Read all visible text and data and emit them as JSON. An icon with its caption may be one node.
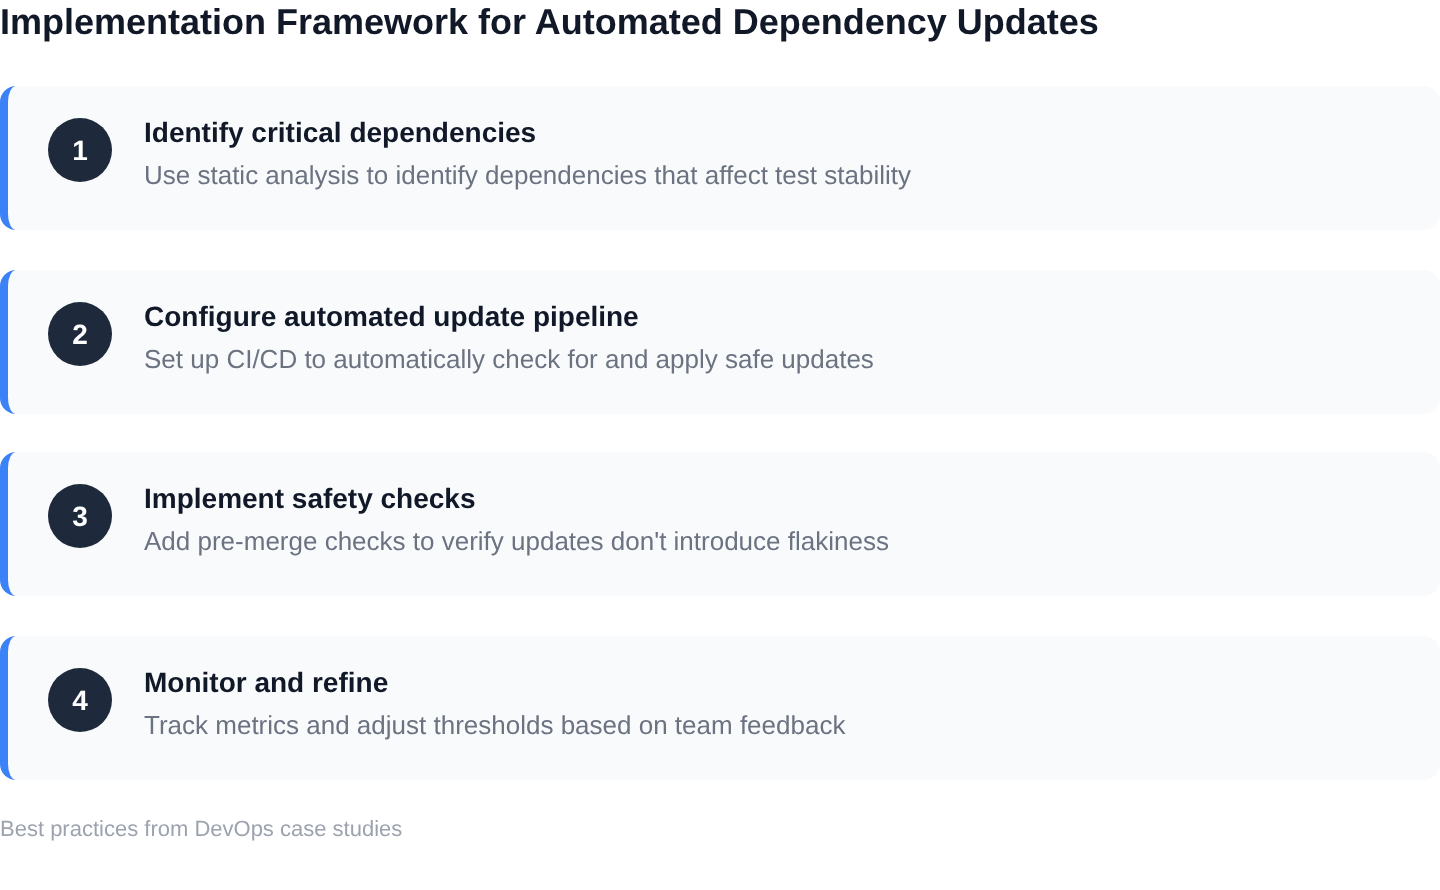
{
  "diagram": {
    "title": "Implementation Framework for Automated Dependency Updates",
    "nodes": [
      {
        "text": [
          "Identify critical dependencies",
          "Use static analysis to identify dependencies that affect test stability"
        ]
      },
      {
        "text": [
          "1"
        ],
        "in": 0
      },
      {
        "text": [
          "Configure automated update pipeline",
          "Set up CI/CD to automatically check for and apply safe updates"
        ]
      },
      {
        "text": [
          "2"
        ],
        "in": 2
      },
      {
        "text": [
          "Implement safety checks",
          "Add pre-merge checks to verify updates don't introduce flakiness"
        ]
      },
      {
        "text": [
          "3"
        ],
        "in": 4
      },
      {
        "text": [
          "Monitor and refine",
          "Track metrics and adjust thresholds based on team feedback"
        ]
      },
      {
        "text": [
          "4"
        ],
        "in": 6
      }
    ],
    "labels": [
      "Best practices from DevOps case studies"
    ]
  }
}
